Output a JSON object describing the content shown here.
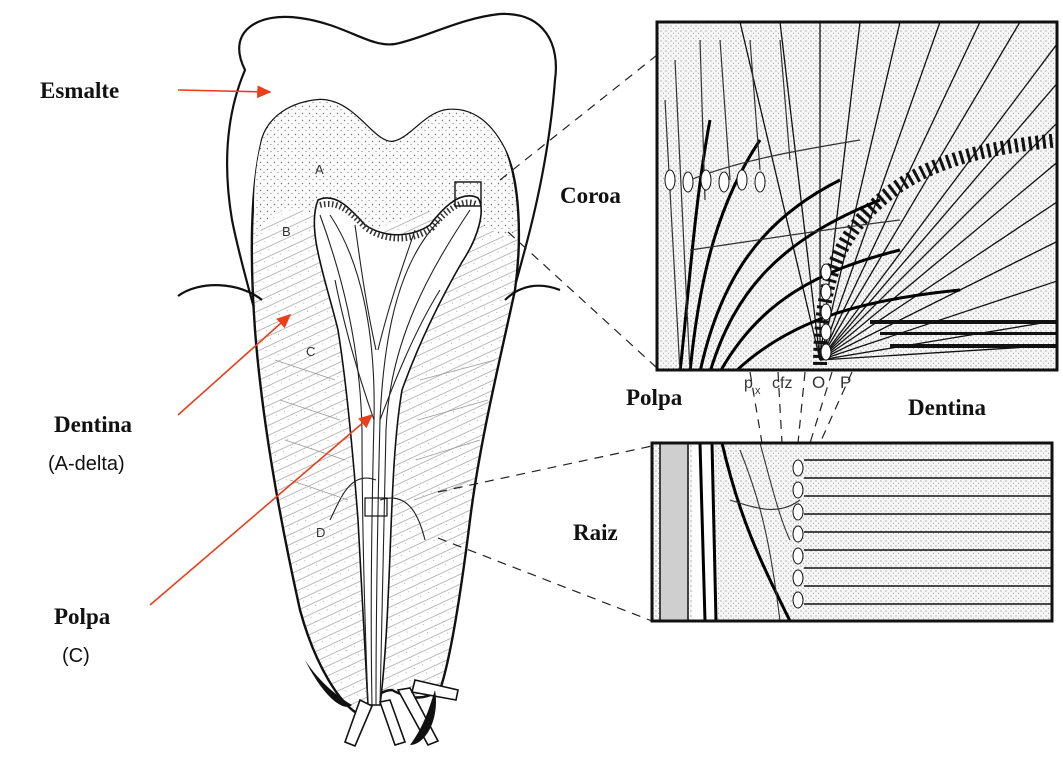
{
  "labels": {
    "enamel": "Esmalte",
    "dentin": "Dentina",
    "dentin_fiber": "(A-delta)",
    "pulp": "Polpa",
    "pulp_fiber": "(C)",
    "crown": "Coroa",
    "root": "Raiz",
    "inset_pulp": "Polpa",
    "inset_dentin": "Dentina"
  },
  "tooth_markers": {
    "a": "A",
    "b": "B",
    "c": "C",
    "d": "D"
  },
  "zone_markers": {
    "px": "p",
    "px_sub": "x",
    "cfz": "cfz",
    "o": "O",
    "p": "P"
  },
  "colors": {
    "pointer_arrow": "#e8401c",
    "ink": "#111111"
  }
}
